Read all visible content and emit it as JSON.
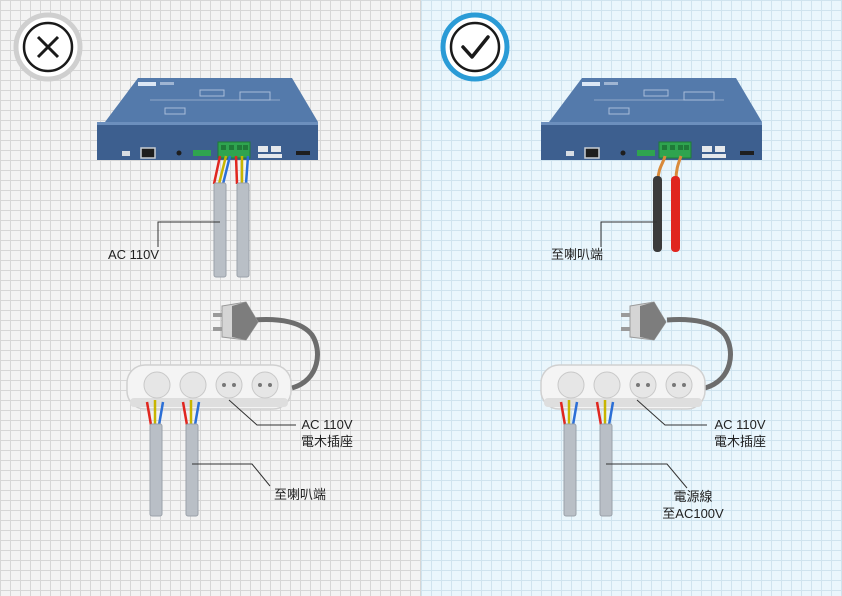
{
  "left_panel": {
    "verdict": "wrong",
    "verdict_icon": "x-mark-icon",
    "cable_label": "AC 110V",
    "outlet_label_line1": "AC 110V",
    "outlet_label_line2": "電木插座",
    "plug_cable_label": "至喇叭端"
  },
  "right_panel": {
    "verdict": "correct",
    "verdict_icon": "check-mark-icon",
    "cable_label": "至喇叭端",
    "outlet_label_line1": "AC 110V",
    "outlet_label_line2": "電木插座",
    "plug_cable_label_line1": "電源線",
    "plug_cable_label_line2": "至AC100V"
  },
  "colors": {
    "left_background": "#f3f3f3",
    "right_background": "#eaf6fc",
    "device_body": "#3d5f8f",
    "terminal_green": "#2fa44f",
    "speaker_wire_red": "#e0261f",
    "speaker_wire_black": "#3b3b3b",
    "power_cable_gray": "#b9bfc6",
    "check_ring": "#2a9bd6"
  }
}
